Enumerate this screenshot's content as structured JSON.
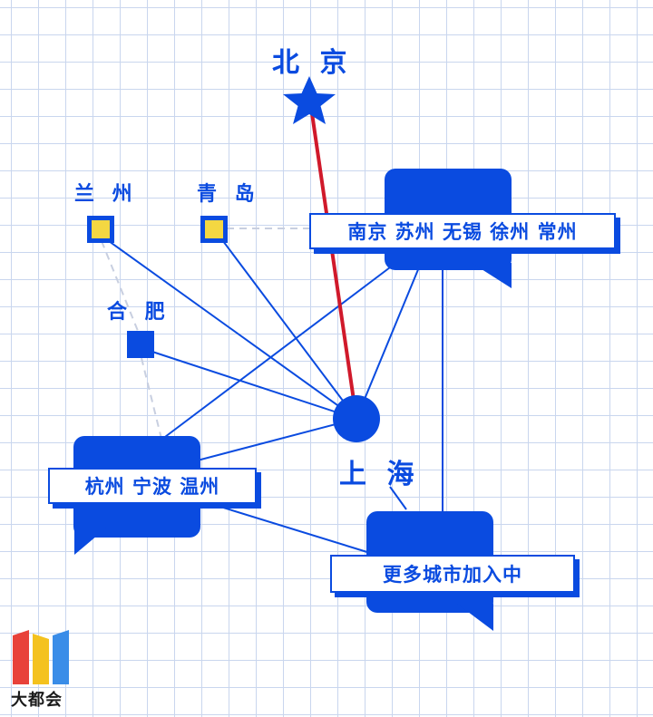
{
  "nodes": {
    "beijing": "北 京",
    "lanzhou": "兰 州",
    "qingdao": "青 岛",
    "hefei": "合 肥",
    "shanghai": "上 海"
  },
  "groups": {
    "jiangsu": "南京 苏州 无锡 徐州 常州",
    "zhejiang": "杭州 宁波 温州",
    "more": "更多城市加入中"
  },
  "logo_text": "大都会",
  "colors": {
    "primary_blue": "#0a4be0",
    "highlight_red": "#d0192b",
    "node_yellow": "#f4d742",
    "grid": "#c9d6ee"
  },
  "icons": [
    "star-icon",
    "square-node-icon",
    "circle-hub-icon",
    "speech-bubble-icon",
    "metro-logo-icon"
  ]
}
